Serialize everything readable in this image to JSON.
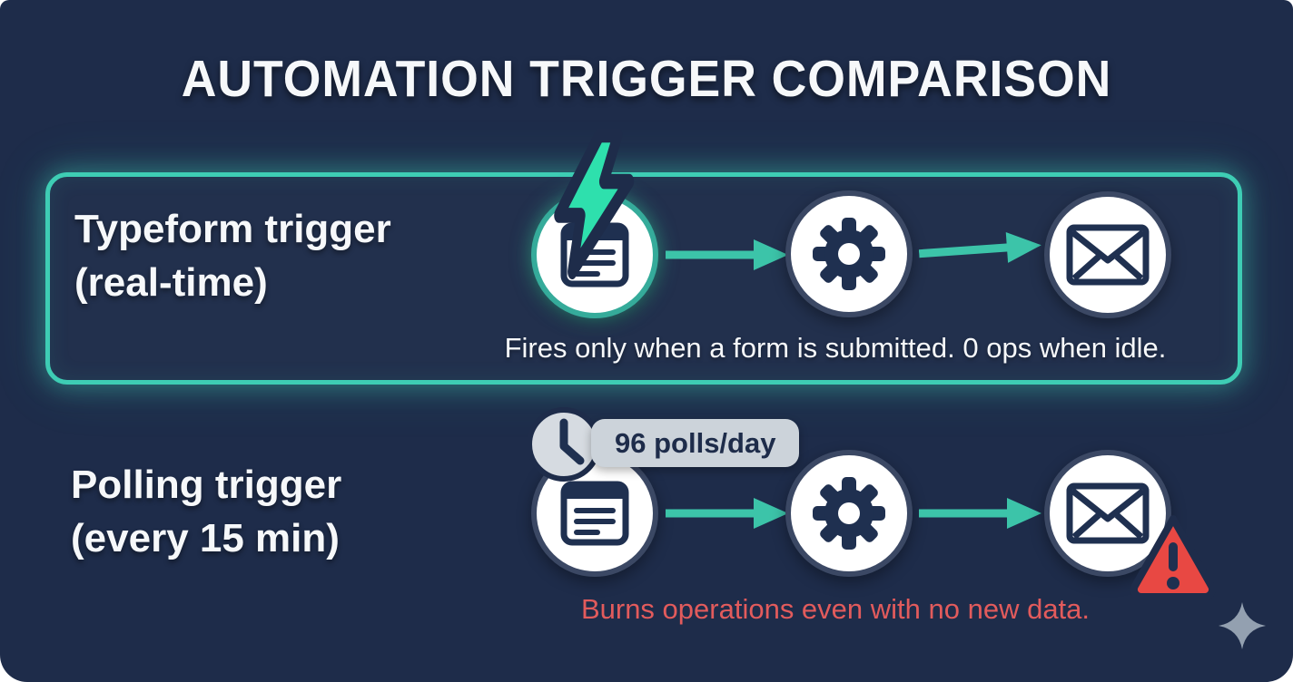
{
  "title": "AUTOMATION TRIGGER COMPARISON",
  "colors": {
    "background": "#1e2c4a",
    "accent": "#3ecdb4",
    "arrow": "#3cc4a9",
    "lightning": "#2ee0ad",
    "icon_navy": "#1f3050",
    "ring_slate": "#3b4864",
    "circle_fill": "#ffffff",
    "badge_bg": "#ccd3da",
    "clock_bg": "#d6dbe1",
    "danger_fill": "#e84843",
    "danger_text": "#e25b5c",
    "text_primary": "#f6f8fa",
    "sparkle": "#93a0b0"
  },
  "realtime_row": {
    "label_line1": "Typeform trigger",
    "label_line2": "(real-time)",
    "caption": "Fires only when a form is submitted. 0 ops when idle.",
    "steps": [
      "form",
      "gear",
      "envelope"
    ]
  },
  "polling_row": {
    "label_line1": "Polling trigger",
    "label_line2": "(every 15 min)",
    "badge_label": "96 polls/day",
    "caption": "Burns operations even with no new data.",
    "steps": [
      "form",
      "gear",
      "envelope"
    ]
  }
}
